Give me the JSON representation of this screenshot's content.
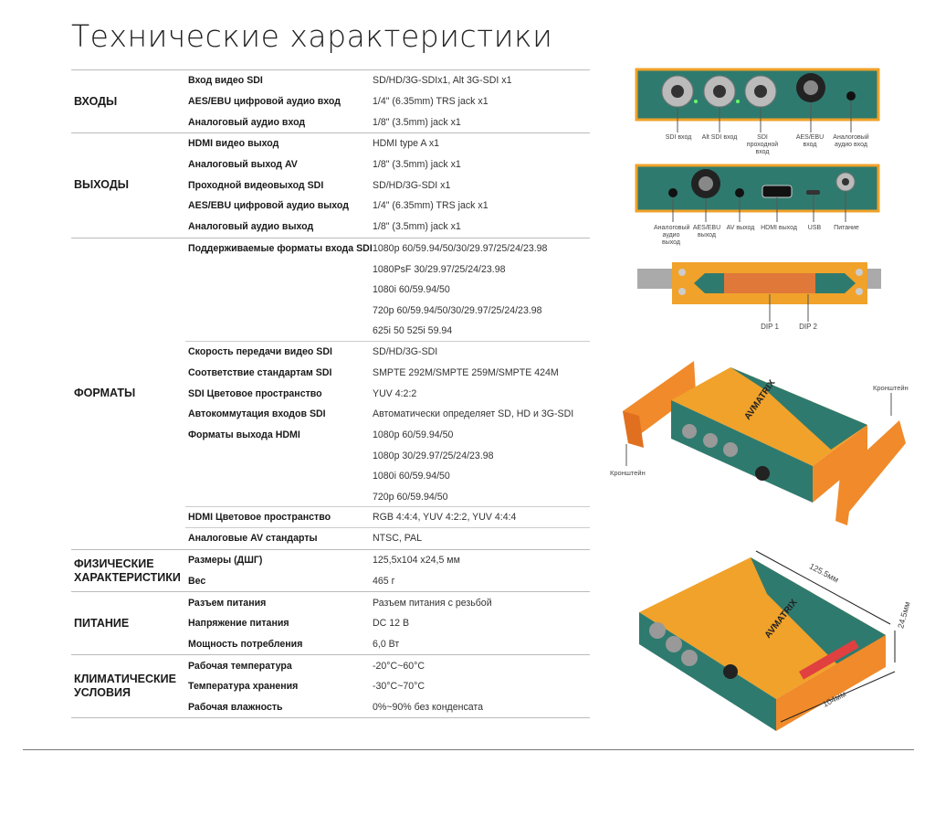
{
  "title": "Технические характеристики",
  "groups": [
    {
      "name": "ВХОДЫ",
      "rows": [
        {
          "label": "Вход видео SDI",
          "value": "SD/HD/3G-SDIx1, Alt 3G-SDI x1"
        },
        {
          "label": "AES/EBU цифровой аудио вход",
          "value": "1/4\" (6.35mm) TRS jack x1"
        },
        {
          "label": "Аналоговый аудио вход",
          "value": "1/8\" (3.5mm) jack x1"
        }
      ]
    },
    {
      "name": "ВЫХОДЫ",
      "rows": [
        {
          "label": "HDMI видео выход",
          "value": "HDMI type A x1"
        },
        {
          "label": "Аналоговый выход AV",
          "value": "1/8\" (3.5mm) jack x1"
        },
        {
          "label": "Проходной видеовыход SDI",
          "value": "SD/HD/3G-SDI x1"
        },
        {
          "label": "AES/EBU цифровой аудио выход",
          "value": "1/4\" (6.35mm) TRS jack x1"
        },
        {
          "label": "Аналоговый аудио выход",
          "value": "1/8\" (3.5mm) jack x1"
        }
      ]
    },
    {
      "name": "ФОРМАТЫ",
      "rows": [
        {
          "label": "Поддерживаемые форматы входа SDI",
          "value": "1080p 60/59.94/50/30/29.97/25/24/23.98"
        },
        {
          "label": "",
          "value": "1080PsF 30/29.97/25/24/23.98"
        },
        {
          "label": "",
          "value": "1080i 60/59.94/50"
        },
        {
          "label": "",
          "value": "720p 60/59.94/50/30/29.97/25/24/23.98"
        },
        {
          "label": "",
          "value": "625i 50 525i 59.94"
        },
        {
          "label": "Скорость передачи видео SDI",
          "value": "SD/HD/3G-SDI"
        },
        {
          "label": "Соответствие стандартам SDI",
          "value": "SMPTE 292M/SMPTE 259M/SMPTE 424M"
        },
        {
          "label": "SDI Цветовое пространство",
          "value": "YUV 4:2:2"
        },
        {
          "label": "Автокоммутация входов SDI",
          "value": "Автоматически определяет SD, HD и 3G-SDI"
        },
        {
          "label": "Форматы выхода HDMI",
          "value": "1080p 60/59.94/50"
        },
        {
          "label": "",
          "value": "1080p 30/29.97/25/24/23.98"
        },
        {
          "label": "",
          "value": "1080i 60/59.94/50"
        },
        {
          "label": "",
          "value": "720p 60/59.94/50"
        },
        {
          "label": "HDMI Цветовое пространство",
          "value": "RGB 4:4:4, YUV 4:2:2, YUV 4:4:4"
        },
        {
          "label": "Аналоговые AV стандарты",
          "value": "NTSC, PAL"
        }
      ]
    },
    {
      "name": "ФИЗИЧЕСКИЕ ХАРАКТЕРИСТИКИ",
      "rows": [
        {
          "label": "Размеры (ДШГ)",
          "value": "125,5x104 x24,5 мм"
        },
        {
          "label": "Вес",
          "value": "465 г"
        }
      ]
    },
    {
      "name": "ПИТАНИЕ",
      "rows": [
        {
          "label": "Разъем питания",
          "value": "Разъем питания с резьбой"
        },
        {
          "label": "Напряжение питания",
          "value": "DC 12 В"
        },
        {
          "label": "Мощность потребления",
          "value": "6,0 Вт"
        }
      ]
    },
    {
      "name": "КЛИМАТИЧЕСКИЕ УСЛОВИЯ",
      "rows": [
        {
          "label": "Рабочая температура",
          "value": "-20°C~60°C"
        },
        {
          "label": "Температура хранения",
          "value": "-30°C~70°C"
        },
        {
          "label": "Рабочая влажность",
          "value": "0%~90% без конденсата"
        }
      ]
    }
  ],
  "figures": {
    "front_labels": [
      "SDI вход",
      "Alt SDI вход",
      "SDI проходной вход",
      "AES/EBU вход",
      "Аналоговый аудио вход"
    ],
    "rear_labels": [
      "Аналоговый аудио выход",
      "AES/EBU выход",
      "AV выход",
      "HDMI выход",
      "USB",
      "Питание"
    ],
    "dip_labels": [
      "DIP 1",
      "DIP 2"
    ],
    "bracket_label": "Кронштейн",
    "dimensions": [
      "125.5мм",
      "24.5мм",
      "104мм"
    ],
    "brand_logo": "AVMATRIX",
    "colors": {
      "teal": "#2f7a6e",
      "orange": "#f0a22a"
    }
  }
}
